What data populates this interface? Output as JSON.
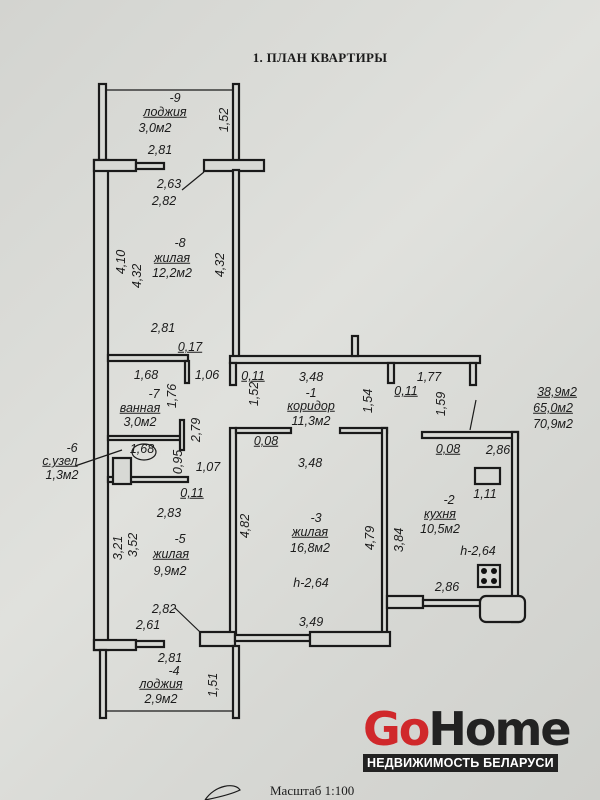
{
  "title": "1. ПЛАН КВАРТИРЫ",
  "rooms": {
    "r9": {
      "num": "-9",
      "name": "лоджия",
      "area": "3,0м2",
      "dims": [
        "1,52",
        "2,81"
      ]
    },
    "r8": {
      "num": "-8",
      "name": "жилая",
      "area": "12,2м2",
      "dims": [
        "2,63",
        "2,82",
        "4,10",
        "4,32",
        "4,32",
        "2,81",
        "0,17"
      ]
    },
    "r1": {
      "num": "-1",
      "name": "коридор",
      "area": "11,3м2",
      "dims": [
        "1,68",
        "1,06",
        "0,11",
        "3,48",
        "1,52",
        "1,54",
        "1,77",
        "0,11",
        "1,59"
      ]
    },
    "r7": {
      "num": "-7",
      "name": "ванная",
      "area": "3,0м2",
      "dims": [
        "1,76",
        "2,79"
      ]
    },
    "r6": {
      "num": "-6",
      "name": "с.узел",
      "area": "1,3м2",
      "dims": [
        "1,68",
        "0,95",
        "1,07",
        "0,11"
      ]
    },
    "r5": {
      "num": "-5",
      "name": "жилая",
      "area": "9,9м2",
      "dims": [
        "2,83",
        "3,21",
        "3,52",
        "2,82",
        "2,61"
      ]
    },
    "r4": {
      "num": "-4",
      "name": "лоджия",
      "area": "2,9м2",
      "dims": [
        "2,81",
        "1,51"
      ]
    },
    "r3": {
      "num": "-3",
      "name": "жилая",
      "area": "16,8м2",
      "height": "h-2,64",
      "dims": [
        "0,08",
        "3,48",
        "3,49",
        "4,82",
        "4,79"
      ]
    },
    "r2": {
      "num": "-2",
      "name": "кухня",
      "area": "10,5м2",
      "height": "h-2,64",
      "dims": [
        "0,08",
        "2,86",
        "1,11",
        "3,84",
        "2,86"
      ]
    }
  },
  "totals": [
    "38,9м2",
    "65,0м2",
    "70,9м2"
  ],
  "logo": {
    "brand_a": "Go",
    "brand_b": "Home",
    "tagline": "НЕДВИЖИМОСТЬ БЕЛАРУСИ",
    "brand_color": "#d0282b"
  },
  "scale": "Масштаб 1:100"
}
